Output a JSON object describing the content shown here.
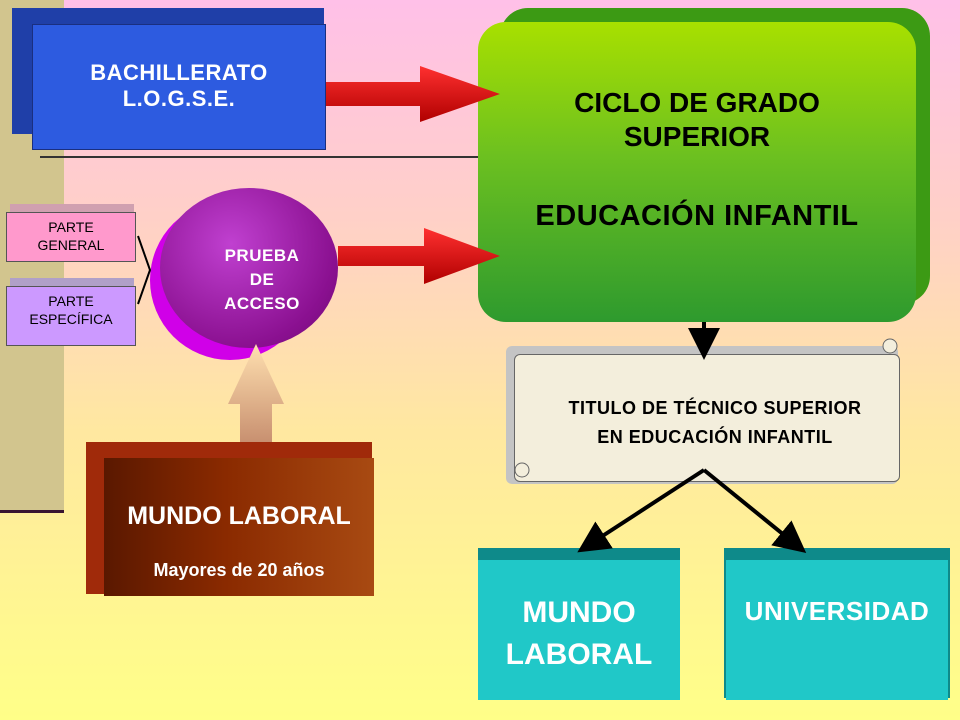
{
  "bachillerato": {
    "line1": "BACHILLERATO",
    "line2": "L.O.G.S.E."
  },
  "ciclo": {
    "line1": "CICLO DE GRADO",
    "line2": "SUPERIOR",
    "line3": "EDUCACIÓN INFANTIL"
  },
  "parte_general": {
    "line1": "PARTE",
    "line2": "GENERAL"
  },
  "parte_especifica": {
    "line1": "PARTE",
    "line2": "ESPECÍFICA"
  },
  "prueba": {
    "line1": "PRUEBA",
    "line2": "DE",
    "line3": "ACCESO"
  },
  "mundo_laboral_box": {
    "title": "MUNDO LABORAL",
    "subtitle": "Mayores de 20 años"
  },
  "titulo": {
    "line1": "TITULO DE TÉCNICO SUPERIOR",
    "line2": "EN EDUCACIÓN INFANTIL"
  },
  "salida_mundo_laboral": {
    "line1": "MUNDO",
    "line2": "LABORAL"
  },
  "salida_universidad": {
    "label": "UNIVERSIDAD"
  },
  "colors": {
    "arrow_red": "#e00000",
    "green_box": "#6cc020",
    "blue_box": "#2d5be0",
    "purple_circle": "#8a1090",
    "brown_box": "#8a2a00",
    "teal_box": "#20c8c8"
  }
}
